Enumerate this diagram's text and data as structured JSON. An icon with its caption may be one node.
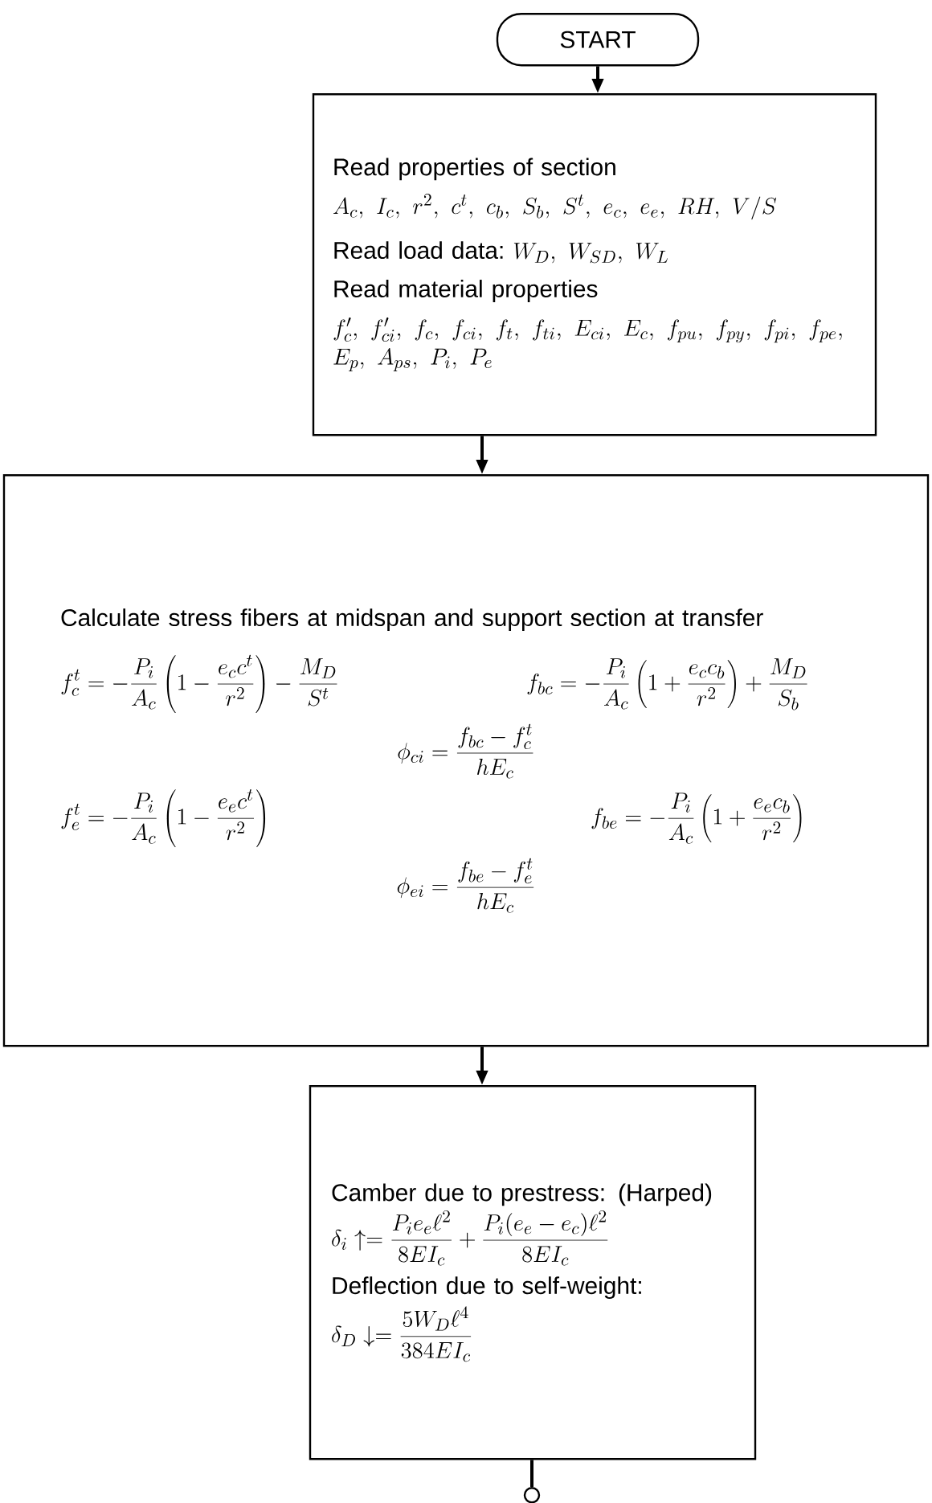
{
  "diagram": {
    "nodes": [
      {
        "text": [
          "START"
        ]
      },
      {
        "text": [
          "Read properties of section",
          "A_c,\\ I_c,\\ r^2,\\ c^t,\\ c_b,\\ S_b,\\ S^t,\\ e_c,\\ e_e,\\ RH,\\ V/S",
          "Read load data:",
          "W_D,\\ W_{SD},\\ W_L",
          "Read material properties",
          "f'_c,\\allowbreak\\ f'_{ci},\\allowbreak\\ f_c,\\allowbreak\\ f_{ci},\\allowbreak\\ f_t,\\allowbreak\\ f_{ti},\\allowbreak\\ E_{ci},\\allowbreak\\ E_c,\\allowbreak\\ f_{pu},\\allowbreak\\ f_{py},\\allowbreak\\ f_{pi},\\allowbreak\\ f_{pe},\\allowbreak\\ E_p,\\allowbreak\\ A_{ps},\\allowbreak\\ P_i,\\allowbreak\\ P_e"
        ]
      },
      {
        "text": [
          "Calculate stress fibers at midspan and support section at transfer",
          "f_c^t = -\\frac{P_i}{A_c}\\left(1 - \\frac{e_c c^t}{r^2}\\right) - \\frac{M_D}{S^t}",
          "f_{bc} = -\\frac{P_i}{A_c}\\left(1 + \\frac{e_c c_b}{r^2}\\right) + \\frac{M_D}{S_b}",
          "\\phi_{ci} = \\frac{f_{bc} - f_c^t}{hE_c}",
          "f_e^t = -\\frac{P_i}{A_c}\\left(1 - \\frac{e_e c^t}{r^2}\\right)",
          "f_{be} = -\\frac{P_i}{A_c}\\left(1 + \\frac{e_e c_b}{r^2}\\right)",
          "\\phi_{ei} = \\frac{f_{be} - f_e^t}{hE_c}"
        ]
      },
      {
        "text": [
          "Camber due to prestress: (Harped)",
          "\\delta_i \\uparrow = \\frac{P_i e_e \\ell^2}{8EI_c} + \\frac{P_i(e_e - e_c)\\ell^2}{8EI_c}",
          "Deflection due to self-weight:",
          "\\delta_D \\downarrow = \\frac{5W_D \\ell^4}{384EI_c}"
        ]
      },
      {
        "text": [],
        "shape": "circle"
      }
    ],
    "edges": [
      {
        "from": 0,
        "to": 1,
        "arrow": "to"
      },
      {
        "from": 1,
        "to": 2,
        "arrow": "to"
      },
      {
        "from": 2,
        "to": 3,
        "arrow": "to"
      },
      {
        "from": 3,
        "to": 4,
        "arrow": "none"
      }
    ]
  }
}
